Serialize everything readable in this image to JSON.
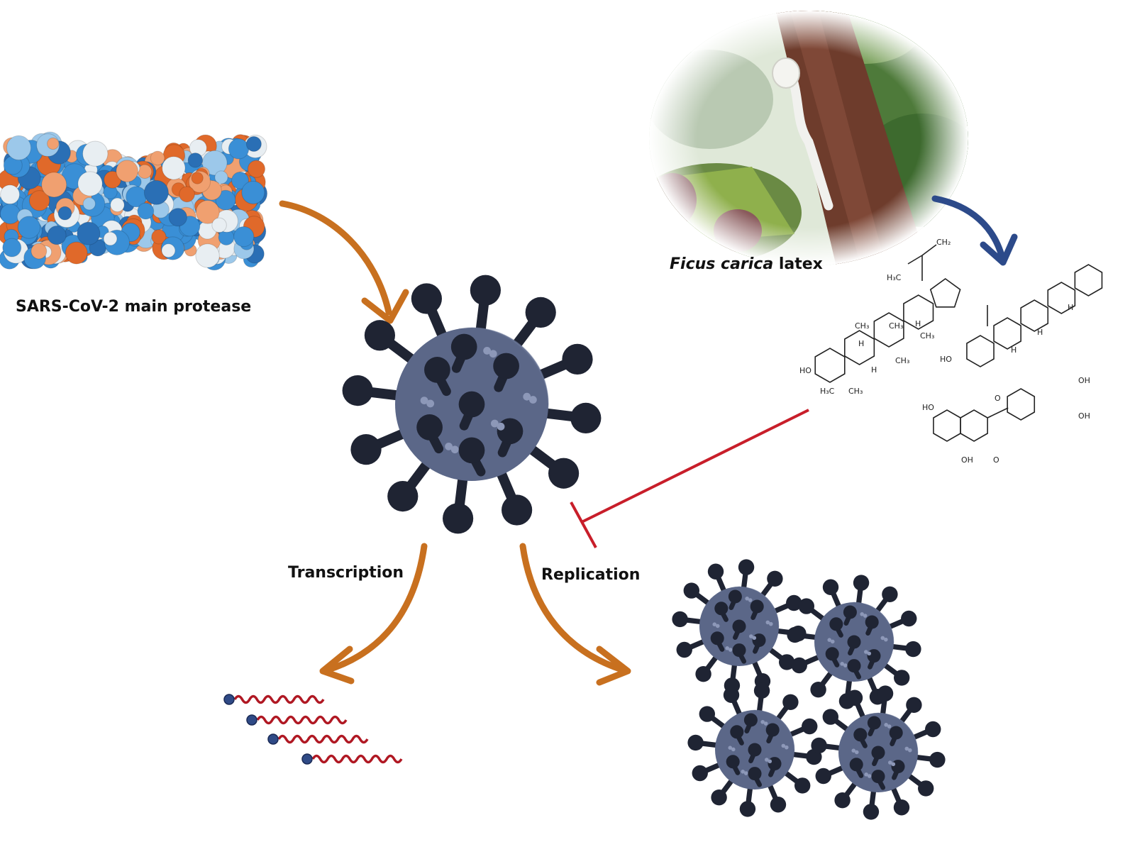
{
  "labels": {
    "protease": "SARS-CoV-2 main protease",
    "latex_species": "Ficus carica",
    "latex_suffix": " latex",
    "transcription": "Transcription",
    "replication": "Replication"
  },
  "chem_labels": {
    "ch2": "CH₂",
    "h3c": "H₃C",
    "ch3": "CH₃",
    "h": "H",
    "ho": "HO",
    "oh": "OH",
    "o": "O"
  },
  "colors": {
    "virus_body": "#5b6788",
    "virus_spike": "#1f2433",
    "arrow_orange": "#c8701f",
    "arrow_blue": "#2c4a8a",
    "inhibit_red": "#c81e2a",
    "rna_red": "#b01823",
    "rna_cap": "#2f4a86",
    "protein_blue": "#3a8fd6",
    "protein_orange": "#e0692a",
    "protein_white": "#e8eef2"
  },
  "icons": {
    "virus": "coronavirus-icon",
    "protein": "protein-surface-icon",
    "latex_photo": "ficus-latex-photo",
    "rna": "mrna-strand-icon"
  }
}
